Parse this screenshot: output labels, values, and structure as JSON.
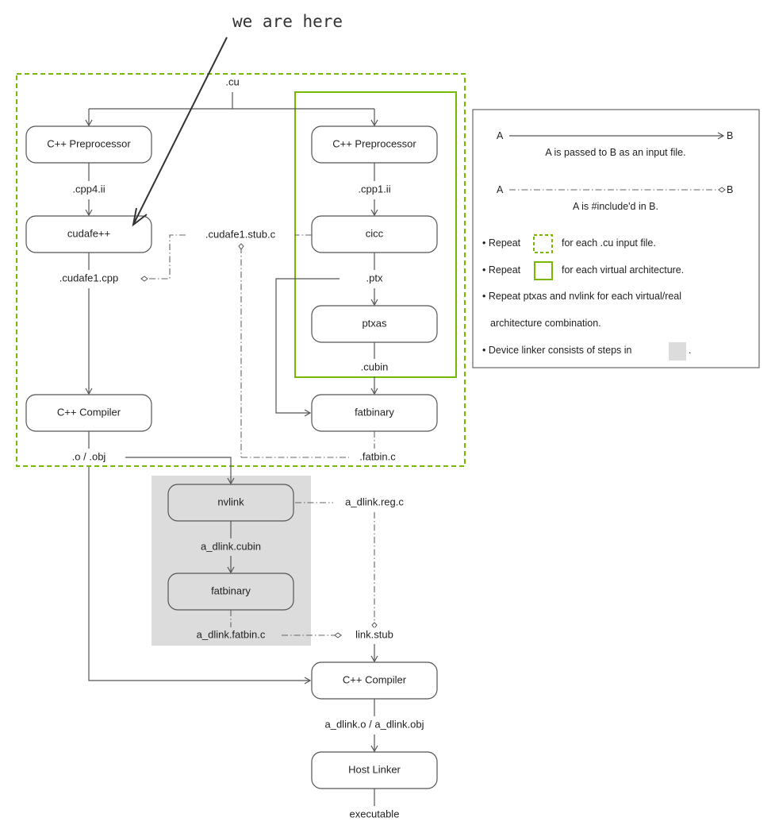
{
  "annotation": {
    "text": "we are here"
  },
  "nodes": {
    "cpp_pre_host": "C++ Preprocessor",
    "cudafe": "cudafe++",
    "cpp_compiler_host": "C++ Compiler",
    "cpp_pre_dev": "C++ Preprocessor",
    "cicc": "cicc",
    "ptxas": "ptxas",
    "fatbinary": "fatbinary",
    "nvlink": "nvlink",
    "fatbinary_dlink": "fatbinary",
    "cpp_compiler_dlink": "C++ Compiler",
    "host_linker": "Host Linker"
  },
  "files": {
    "cu": ".cu",
    "cpp4_ii": ".cpp4.ii",
    "cpp1_ii": ".cpp1.ii",
    "cudafe1_stub_c": ".cudafe1.stub.c",
    "cudafe1_cpp": ".cudafe1.cpp",
    "ptx": ".ptx",
    "cubin": ".cubin",
    "o_obj": ".o / .obj",
    "fatbin_c": ".fatbin.c",
    "a_dlink_reg_c": "a_dlink.reg.c",
    "a_dlink_cubin": "a_dlink.cubin",
    "a_dlink_fatbin_c": "a_dlink.fatbin.c",
    "link_stub": "link.stub",
    "a_dlink_o_obj": "a_dlink.o / a_dlink.obj",
    "executable": "executable"
  },
  "legend": {
    "a": "A",
    "b": "B",
    "input_desc": "A is passed to B as an input file.",
    "include_desc": "A is #include'd in B.",
    "bullet_prefix": "• Repeat",
    "repeat_cu": "for each .cu input file.",
    "repeat_arch": "for each virtual architecture.",
    "repeat_ptxas_line1": "• Repeat ptxas and nvlink for each virtual/real",
    "repeat_ptxas_line2": "architecture combination.",
    "device_linker": "• Device linker consists of steps in",
    "device_linker_end": "."
  },
  "colors": {
    "nvidia_green": "#76b900",
    "device_linker_shade": "#dcdcdc"
  }
}
